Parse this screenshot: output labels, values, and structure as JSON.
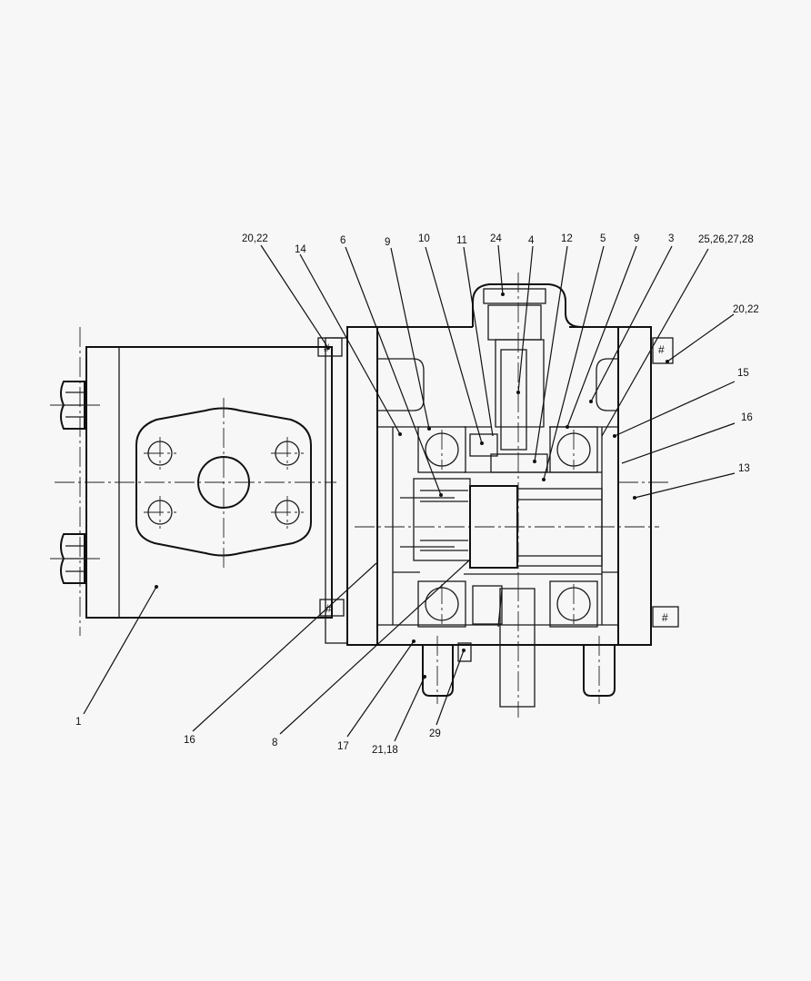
{
  "labels": [
    {
      "id": "20-22-top-left",
      "text": "20,22"
    },
    {
      "id": "14",
      "text": "14"
    },
    {
      "id": "6",
      "text": "6"
    },
    {
      "id": "9-left",
      "text": "9"
    },
    {
      "id": "10",
      "text": "10"
    },
    {
      "id": "11",
      "text": "11"
    },
    {
      "id": "24",
      "text": "24"
    },
    {
      "id": "4",
      "text": "4"
    },
    {
      "id": "12",
      "text": "12"
    },
    {
      "id": "5",
      "text": "5"
    },
    {
      "id": "9-right",
      "text": "9"
    },
    {
      "id": "3",
      "text": "3"
    },
    {
      "id": "25-26-27-28",
      "text": "25,26,27,28"
    },
    {
      "id": "20-22-right",
      "text": "20,22"
    },
    {
      "id": "15",
      "text": "15"
    },
    {
      "id": "16-right",
      "text": "16"
    },
    {
      "id": "13",
      "text": "13"
    },
    {
      "id": "1",
      "text": "1"
    },
    {
      "id": "16-bottom",
      "text": "16"
    },
    {
      "id": "8",
      "text": "8"
    },
    {
      "id": "17",
      "text": "17"
    },
    {
      "id": "21-18",
      "text": "21,18"
    },
    {
      "id": "29",
      "text": "29"
    }
  ]
}
